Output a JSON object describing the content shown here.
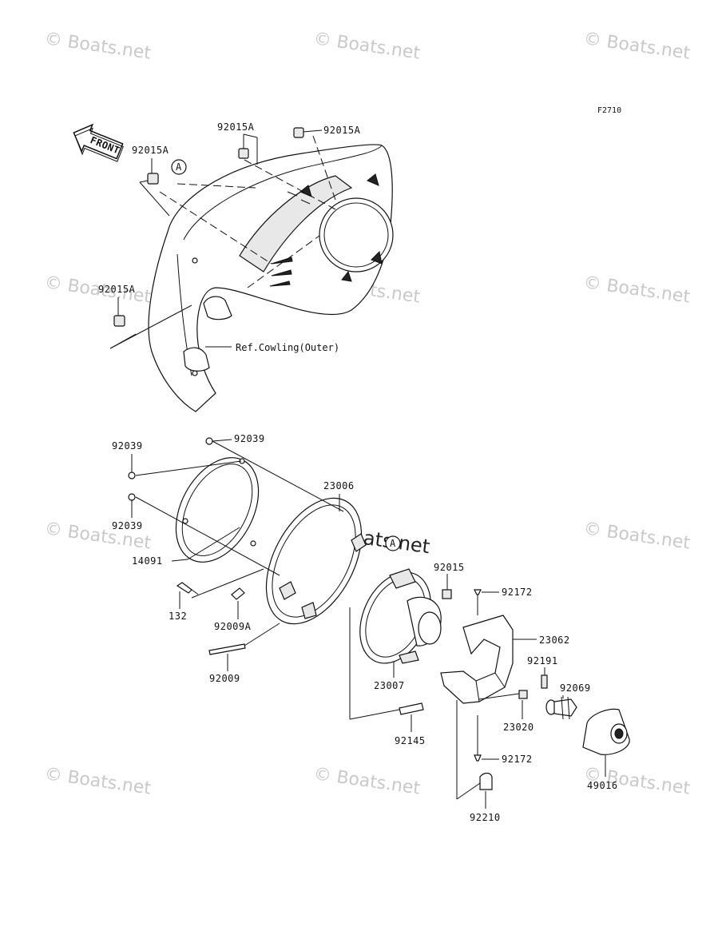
{
  "figure_code": "F2710",
  "front_label": "FRONT",
  "circle_ref": "A",
  "ref_note": "Ref.Cowling(Outer)",
  "watermark": "© Boats.net",
  "parts": {
    "p92015A_top": "92015A",
    "p92015A_top_right": "92015A",
    "p92015A_left": "92015A",
    "p92015A_lower": "92015A",
    "p92039_left": "92039",
    "p92039_top": "92039",
    "p92039_left2": "92039",
    "p23006": "23006",
    "p14091": "14091",
    "p132": "132",
    "p92009A": "92009A",
    "p92009": "92009",
    "p92015": "92015",
    "p92172_top": "92172",
    "p23062": "23062",
    "p92191": "92191",
    "p92069": "92069",
    "p23007": "23007",
    "p23020": "23020",
    "p92145": "92145",
    "p92172_bottom": "92172",
    "p49016": "49016",
    "p92210": "92210"
  }
}
